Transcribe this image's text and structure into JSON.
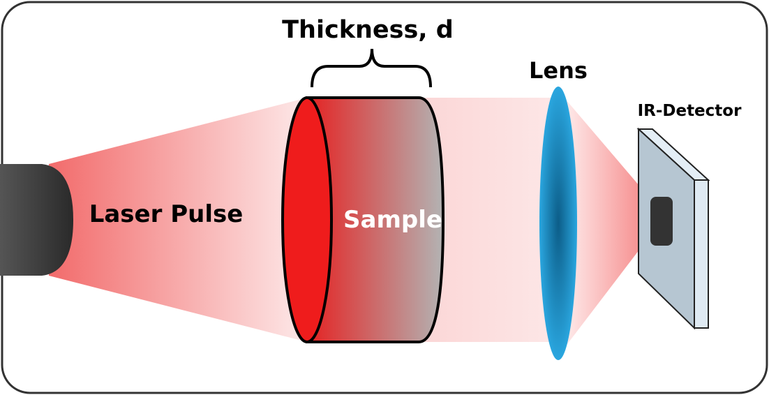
{
  "labels": {
    "thickness": "Thickness, d",
    "lens": "Lens",
    "detector": "IR-Detector",
    "laser": "Laser Pulse",
    "sample": "Sample"
  },
  "colors": {
    "beam": "#f26b6b",
    "sample_front": "#ee1c1c",
    "sample_back": "#b0b0b0",
    "lens_center": "#0c5d88",
    "lens_edge": "#2aa6df",
    "detector_panel": "#b6c6d2",
    "source": "#3a3a3a"
  }
}
